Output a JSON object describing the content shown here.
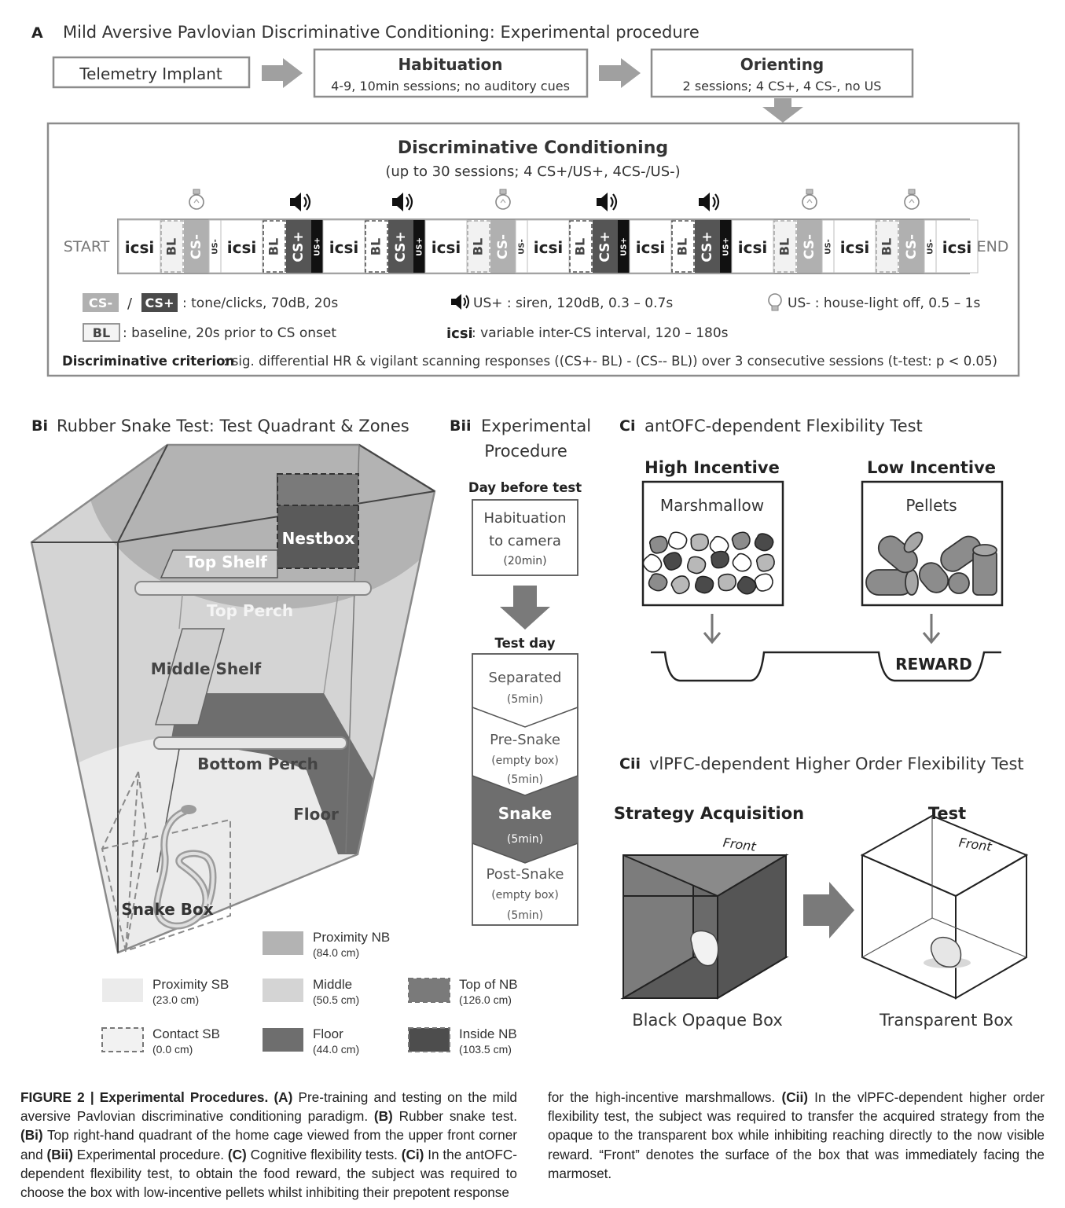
{
  "panelA": {
    "letter": "A",
    "title": "Mild Aversive Pavlovian Discriminative Conditioning: Experimental procedure",
    "telemetry": "Telemetry Implant",
    "habituation": {
      "title": "Habituation",
      "sub": "4-9, 10min sessions; no auditory cues"
    },
    "orienting": {
      "title": "Orienting",
      "sub": "2 sessions; 4 CS+, 4 CS-, no US"
    },
    "conditioning": {
      "title": "Discriminative Conditioning",
      "sub": "(up to 30 sessions; 4 CS+/US+, 4CS-/US-)",
      "start": "START",
      "end": "END",
      "icsi": "icsi",
      "bl": "BL",
      "cs_minus": "CS-",
      "cs_plus": "CS+",
      "us_minus": "US-",
      "us_plus": "US+",
      "trial_sequence": [
        "CS-",
        "CS+",
        "CS+",
        "CS-",
        "CS+",
        "CS+",
        "CS-",
        "CS-"
      ]
    },
    "legend": {
      "cs_sep": "/",
      "cs_desc": ": tone/clicks, 70dB, 20s",
      "us_plus_desc": "US+ : siren, 120dB, 0.3 – 0.7s",
      "us_minus_desc": "US- : house-light off, 0.5 – 1s",
      "bl_desc": ": baseline, 20s prior to CS onset",
      "icsi_desc": ": variable inter-CS interval, 120 – 180s"
    },
    "criterion_label": "Discriminative criterion",
    "criterion_text": ": sig. differential HR & vigilant scanning responses ((CS+- BL) - (CS-- BL)) over 3 consecutive sessions (t-test: p < 0.05)"
  },
  "panelBi": {
    "letter": "Bi",
    "title": "Rubber Snake Test: Test Quadrant & Zones",
    "labels": {
      "nestbox": "Nestbox",
      "top_shelf": "Top Shelf",
      "top_perch": "Top Perch",
      "middle_shelf": "Middle Shelf",
      "bottom_perch": "Bottom Perch",
      "floor": "Floor",
      "snake_box": "Snake Box"
    },
    "legend": [
      {
        "name": "Proximity NB",
        "dist": "(84.0 cm)",
        "color": "#b3b3b3",
        "style": "solid"
      },
      {
        "name": "Proximity SB",
        "dist": "(23.0 cm)",
        "color": "#ebebeb",
        "style": "solid"
      },
      {
        "name": "Middle",
        "dist": "(50.5 cm)",
        "color": "#d4d4d4",
        "style": "solid"
      },
      {
        "name": "Top of NB",
        "dist": "(126.0 cm)",
        "color": "#7a7a7a",
        "style": "dashed"
      },
      {
        "name": "Contact SB",
        "dist": "(0.0 cm)",
        "color": "#f2f2f2",
        "style": "dashed"
      },
      {
        "name": "Floor",
        "dist": "(44.0 cm)",
        "color": "#6e6e6e",
        "style": "solid"
      },
      {
        "name": "Inside NB",
        "dist": "(103.5 cm)",
        "color": "#4d4d4d",
        "style": "dashed"
      }
    ]
  },
  "panelBii": {
    "letter": "Bii",
    "title_line1": "Experimental",
    "title_line2": "Procedure",
    "day_before": "Day before test",
    "hab_line1": "Habituation",
    "hab_line2": "to camera",
    "hab_dur": "(20min)",
    "test_day": "Test day",
    "steps": [
      {
        "name": "Separated",
        "note": "",
        "dur": "(5min)"
      },
      {
        "name": "Pre-Snake",
        "note": "(empty box)",
        "dur": "(5min)"
      },
      {
        "name": "Snake",
        "note": "",
        "dur": "(5min)"
      },
      {
        "name": "Post-Snake",
        "note": "(empty box)",
        "dur": "(5min)"
      }
    ]
  },
  "panelCi": {
    "letter": "Ci",
    "title": "antOFC-dependent Flexibility Test",
    "high": "High Incentive",
    "low": "Low Incentive",
    "marshmallow": "Marshmallow",
    "pellets": "Pellets",
    "reward": "REWARD"
  },
  "panelCii": {
    "letter": "Cii",
    "title": "vlPFC-dependent Higher Order Flexibility Test",
    "acq": "Strategy Acquisition",
    "test": "Test",
    "front": "Front",
    "black_box": "Black Opaque Box",
    "transparent_box": "Transparent Box"
  },
  "caption": {
    "fig": "FIGURE 2 | Experimental Procedures.",
    "A": "(A)",
    "A_text": " Pre-training and testing on the mild aversive Pavlovian discriminative conditioning paradigm. ",
    "B": "(B)",
    "B_text": " Rubber snake test. ",
    "Bi": "(Bi)",
    "Bi_text": " Top right-hand quadrant of the home cage viewed from the upper front corner and ",
    "Bii": "(Bii)",
    "Bii_text": " Experimental procedure. ",
    "C": "(C)",
    "C_text": " Cognitive flexibility tests. ",
    "Ci": "(Ci)",
    "Ci_text": " In the antOFC-dependent flexibility test, to obtain the food reward, the subject was required to choose the box with low-incentive pellets whilst inhibiting their prepotent response for the high-incentive marshmallows. ",
    "Cii": "(Cii)",
    "Cii_text": " In the vlPFC-dependent higher order flexibility test, the subject was required to transfer the acquired strategy from the opaque to the transparent box while inhibiting reaching directly to the now visible reward. “Front” denotes the surface of the box that was immediately facing the marmoset."
  }
}
